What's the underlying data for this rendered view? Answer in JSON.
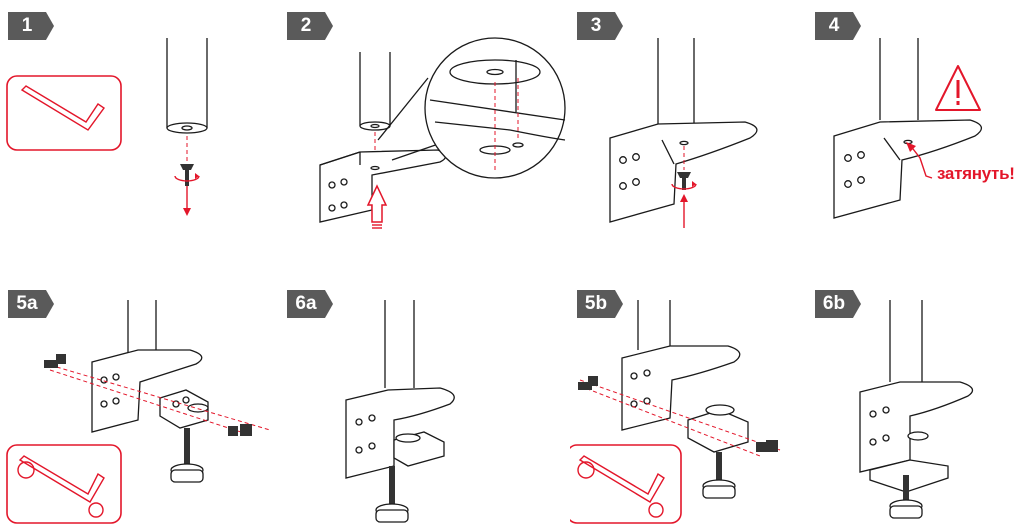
{
  "steps": [
    {
      "id": "1"
    },
    {
      "id": "2"
    },
    {
      "id": "3"
    },
    {
      "id": "4"
    },
    {
      "id": "5a"
    },
    {
      "id": "6a"
    },
    {
      "id": "5b"
    },
    {
      "id": "6b"
    }
  ],
  "step4": {
    "note": "затянуть!"
  },
  "colors": {
    "accent": "#e3162a",
    "badge": "#5a5a5a",
    "line": "#1a1a1a"
  },
  "icons": {
    "tool_hex_key": "hex-key-icon",
    "tool_wrench_and_hex_key": "wrench-and-hex-key-icon",
    "warning": "warning-icon"
  }
}
